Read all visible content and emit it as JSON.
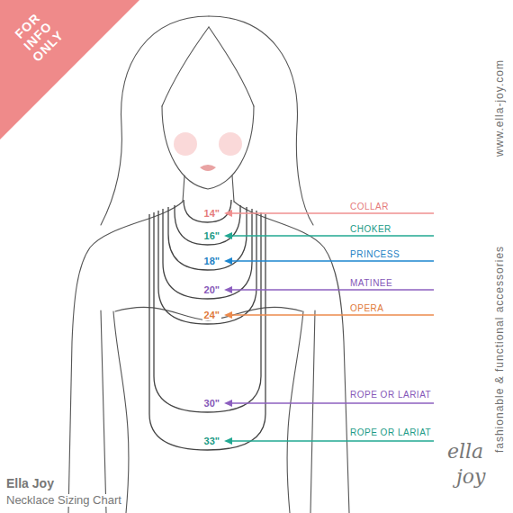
{
  "diagram": {
    "nodes": [
      {
        "text": [
          "FOR INFO ONLY"
        ]
      }
    ],
    "labels": [
      "14\"",
      "COLLAR",
      "16\"",
      "CHOKER",
      "18\"",
      "PRINCESS",
      "20\"",
      "MATINEE",
      "24\"",
      "OPERA",
      "30\"",
      "ROPE OR LARIAT",
      "33\"",
      "ROPE OR LARIAT",
      "www.ella-joy.com",
      "fashionable & functional accessories",
      "ella",
      "joy",
      "Ella Joy",
      "Necklace Sizing Chart"
    ]
  }
}
